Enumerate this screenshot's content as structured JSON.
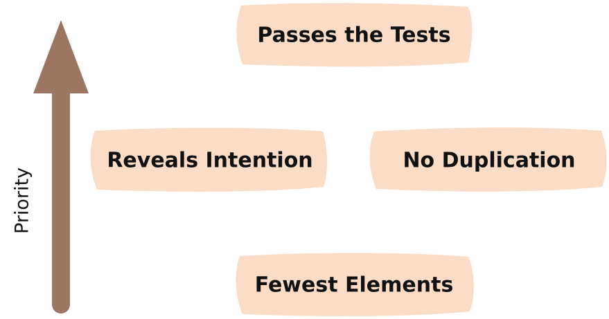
{
  "axis": {
    "label": "Priority",
    "arrow_color": "#9c7660"
  },
  "box_fill": "#fbdcc6",
  "boxes": {
    "passes_tests": "Passes the Tests",
    "reveals_intention": "Reveals Intention",
    "no_duplication": "No Duplication",
    "fewest_elements": "Fewest Elements"
  }
}
